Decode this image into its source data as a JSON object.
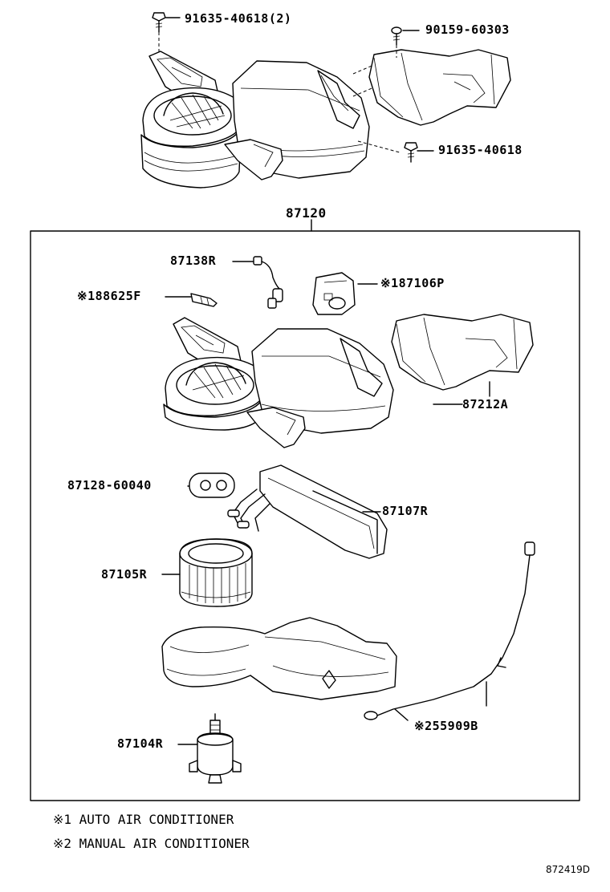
{
  "diagram": {
    "assembly_label": "87120",
    "parts": {
      "bolt_a": "91635-40618(2)",
      "screw_b": "90159-60303",
      "bolt_c": "91635-40618",
      "wire": "87138R",
      "sensor": "※188625F",
      "servo": "※187106P",
      "duct": "87212A",
      "grommet": "87128-60040",
      "evaporator": "87107R",
      "fan": "87105R",
      "motor": "87104R",
      "cable": "※255909B"
    },
    "notes": {
      "note1": "※1 AUTO AIR CONDITIONER",
      "note2": "※2 MANUAL AIR CONDITIONER"
    },
    "figure_code": "872419D"
  }
}
